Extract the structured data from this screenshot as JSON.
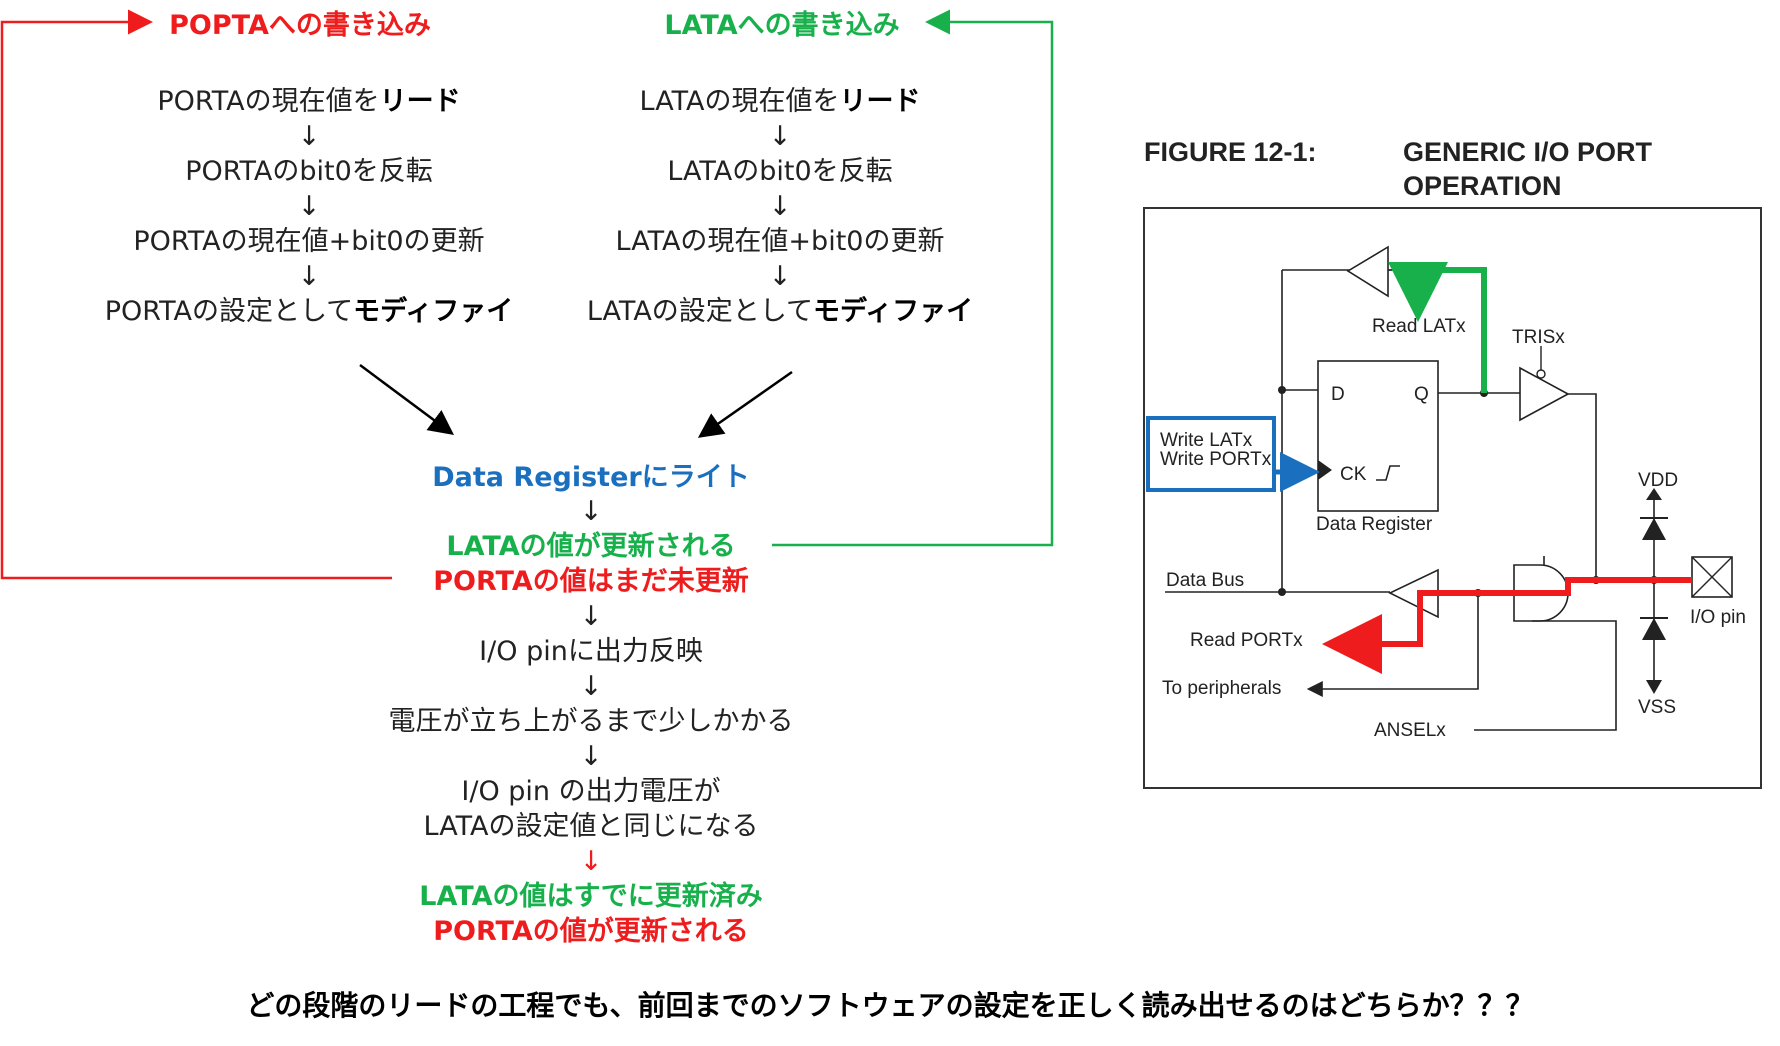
{
  "left_flow": {
    "porta_title": "POPTAへの書き込み",
    "lata_title": "LATAへの書き込み",
    "porta_steps": [
      {
        "pre": "PORTAの現在値を",
        "bold": "リード"
      },
      {
        "pre": "PORTAのbit0を反転",
        "bold": ""
      },
      {
        "pre": "PORTAの現在値+bit0の更新",
        "bold": ""
      },
      {
        "pre": "PORTAの設定として",
        "bold": "モディファイ"
      }
    ],
    "lata_steps": [
      {
        "pre": "LATAの現在値を",
        "bold": "リード"
      },
      {
        "pre": "LATAのbit0を反転",
        "bold": ""
      },
      {
        "pre": "LATAの現在値+bit0の更新",
        "bold": ""
      },
      {
        "pre": "LATAの設定として",
        "bold": "モディファイ"
      }
    ],
    "arrow_down": "↓",
    "data_register_write": "Data Registerにライト",
    "lata_updated": "LATAの値が更新される",
    "porta_not_updated": "PORTAの値はまだ未更新",
    "io_pin_output": "I/O pinに出力反映",
    "voltage_rise": "電圧が立ち上がるまで少しかかる",
    "io_pin_voltage_line1": "I/O pin の出力電圧が",
    "io_pin_voltage_line2": "LATAの設定値と同じになる",
    "lata_already": "LATAの値はすでに更新済み",
    "porta_updated": "PORTAの値が更新される"
  },
  "question": "どの段階のリードの工程でも、前回までのソフトウェアの設定を正しく読み出せるのはどちらか？？？",
  "figure": {
    "number": "FIGURE 12-1:",
    "title_line1": "GENERIC I/O PORT",
    "title_line2": "OPERATION",
    "labels": {
      "read_latx": "Read LATx",
      "trisx": "TRISx",
      "d": "D",
      "q": "Q",
      "ck": "CK",
      "write_latx": "Write LATx",
      "write_portx": "Write PORTx",
      "data_register": "Data Register",
      "vdd": "VDD",
      "data_bus": "Data Bus",
      "io_pin": "I/O pin",
      "read_portx": "Read PORTx",
      "to_peripherals": "To peripherals",
      "anselx": "ANSELx",
      "vss": "VSS"
    }
  },
  "colors": {
    "red": "#ee1c1c",
    "green": "#17b04b",
    "blue": "#1a6fbf"
  }
}
